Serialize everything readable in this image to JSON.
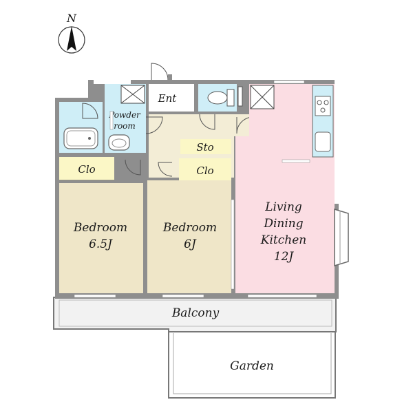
{
  "compass": {
    "label": "N",
    "icon": "north-arrow-icon"
  },
  "rooms": {
    "entrance": {
      "label": "Ent"
    },
    "powder_room": {
      "line1": "Powder",
      "line2": "room"
    },
    "storage": {
      "label": "Sto"
    },
    "closet_left": {
      "label": "Clo"
    },
    "closet_middle": {
      "label": "Clo"
    },
    "bedroom_left": {
      "line1": "Bedroom",
      "line2": "6.5J"
    },
    "bedroom_middle": {
      "line1": "Bedroom",
      "line2": "6J"
    },
    "ldk": {
      "line1": "Living",
      "line2": "Dining",
      "line3": "Kitchen",
      "line4": "12J"
    },
    "balcony": {
      "label": "Balcony"
    },
    "garden": {
      "label": "Garden"
    }
  },
  "colors": {
    "bedroom": "#efe6c8",
    "ldk": "#fbdde3",
    "kitchen": "#fbdde3",
    "wet_area": "#cfeef7",
    "closet": "#fbf7c6",
    "hall": "#f3edd6",
    "balcony": "#f0f0f0",
    "wall": "#8a8a8a",
    "window": "#ffffff",
    "outline": "#555555"
  }
}
